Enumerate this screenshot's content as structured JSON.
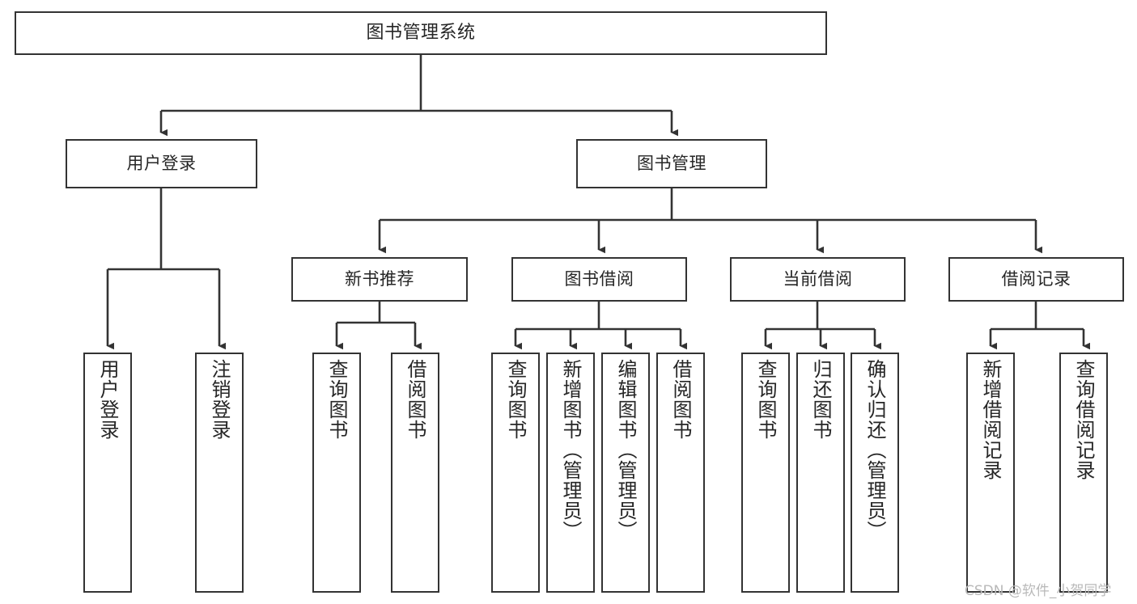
{
  "diagram": {
    "title": "图书管理系统",
    "type": "hierarchy-tree",
    "nodes": {
      "root": {
        "label": "图书管理系统"
      },
      "level2": [
        {
          "id": "user-login",
          "label": "用户登录"
        },
        {
          "id": "book-management",
          "label": "图书管理"
        }
      ],
      "level3": [
        {
          "id": "new-book-recommend",
          "label": "新书推荐"
        },
        {
          "id": "book-borrow",
          "label": "图书借阅"
        },
        {
          "id": "current-borrow",
          "label": "当前借阅"
        },
        {
          "id": "borrow-record",
          "label": "借阅记录"
        }
      ],
      "leaves": [
        {
          "id": "leaf-user-login",
          "label": "用户登录",
          "parent": "用户登录"
        },
        {
          "id": "leaf-logout",
          "label": "注销登录",
          "parent": "用户登录"
        },
        {
          "id": "leaf-query-book-1",
          "label": "查询图书",
          "parent": "新书推荐"
        },
        {
          "id": "leaf-borrow-book-1",
          "label": "借阅图书",
          "parent": "新书推荐"
        },
        {
          "id": "leaf-query-book-2",
          "label": "查询图书",
          "parent": "图书借阅"
        },
        {
          "id": "leaf-add-book",
          "label": "新增图书（管理员）",
          "parent": "图书借阅"
        },
        {
          "id": "leaf-edit-book",
          "label": "编辑图书（管理员）",
          "parent": "图书借阅"
        },
        {
          "id": "leaf-borrow-book-2",
          "label": "借阅图书",
          "parent": "图书借阅"
        },
        {
          "id": "leaf-query-book-3",
          "label": "查询图书",
          "parent": "当前借阅"
        },
        {
          "id": "leaf-return-book",
          "label": "归还图书",
          "parent": "当前借阅"
        },
        {
          "id": "leaf-confirm-return",
          "label": "确认归还（管理员）",
          "parent": "当前借阅"
        },
        {
          "id": "leaf-add-record",
          "label": "新增借阅记录",
          "parent": "借阅记录"
        },
        {
          "id": "leaf-query-record",
          "label": "查询借阅记录",
          "parent": "借阅记录"
        }
      ]
    },
    "colors": {
      "border": "#333333",
      "text": "#262626",
      "background": "#ffffff",
      "watermark": "#b9b9b9"
    }
  },
  "watermark": {
    "text": "CSDN @软件_小贺同学"
  }
}
